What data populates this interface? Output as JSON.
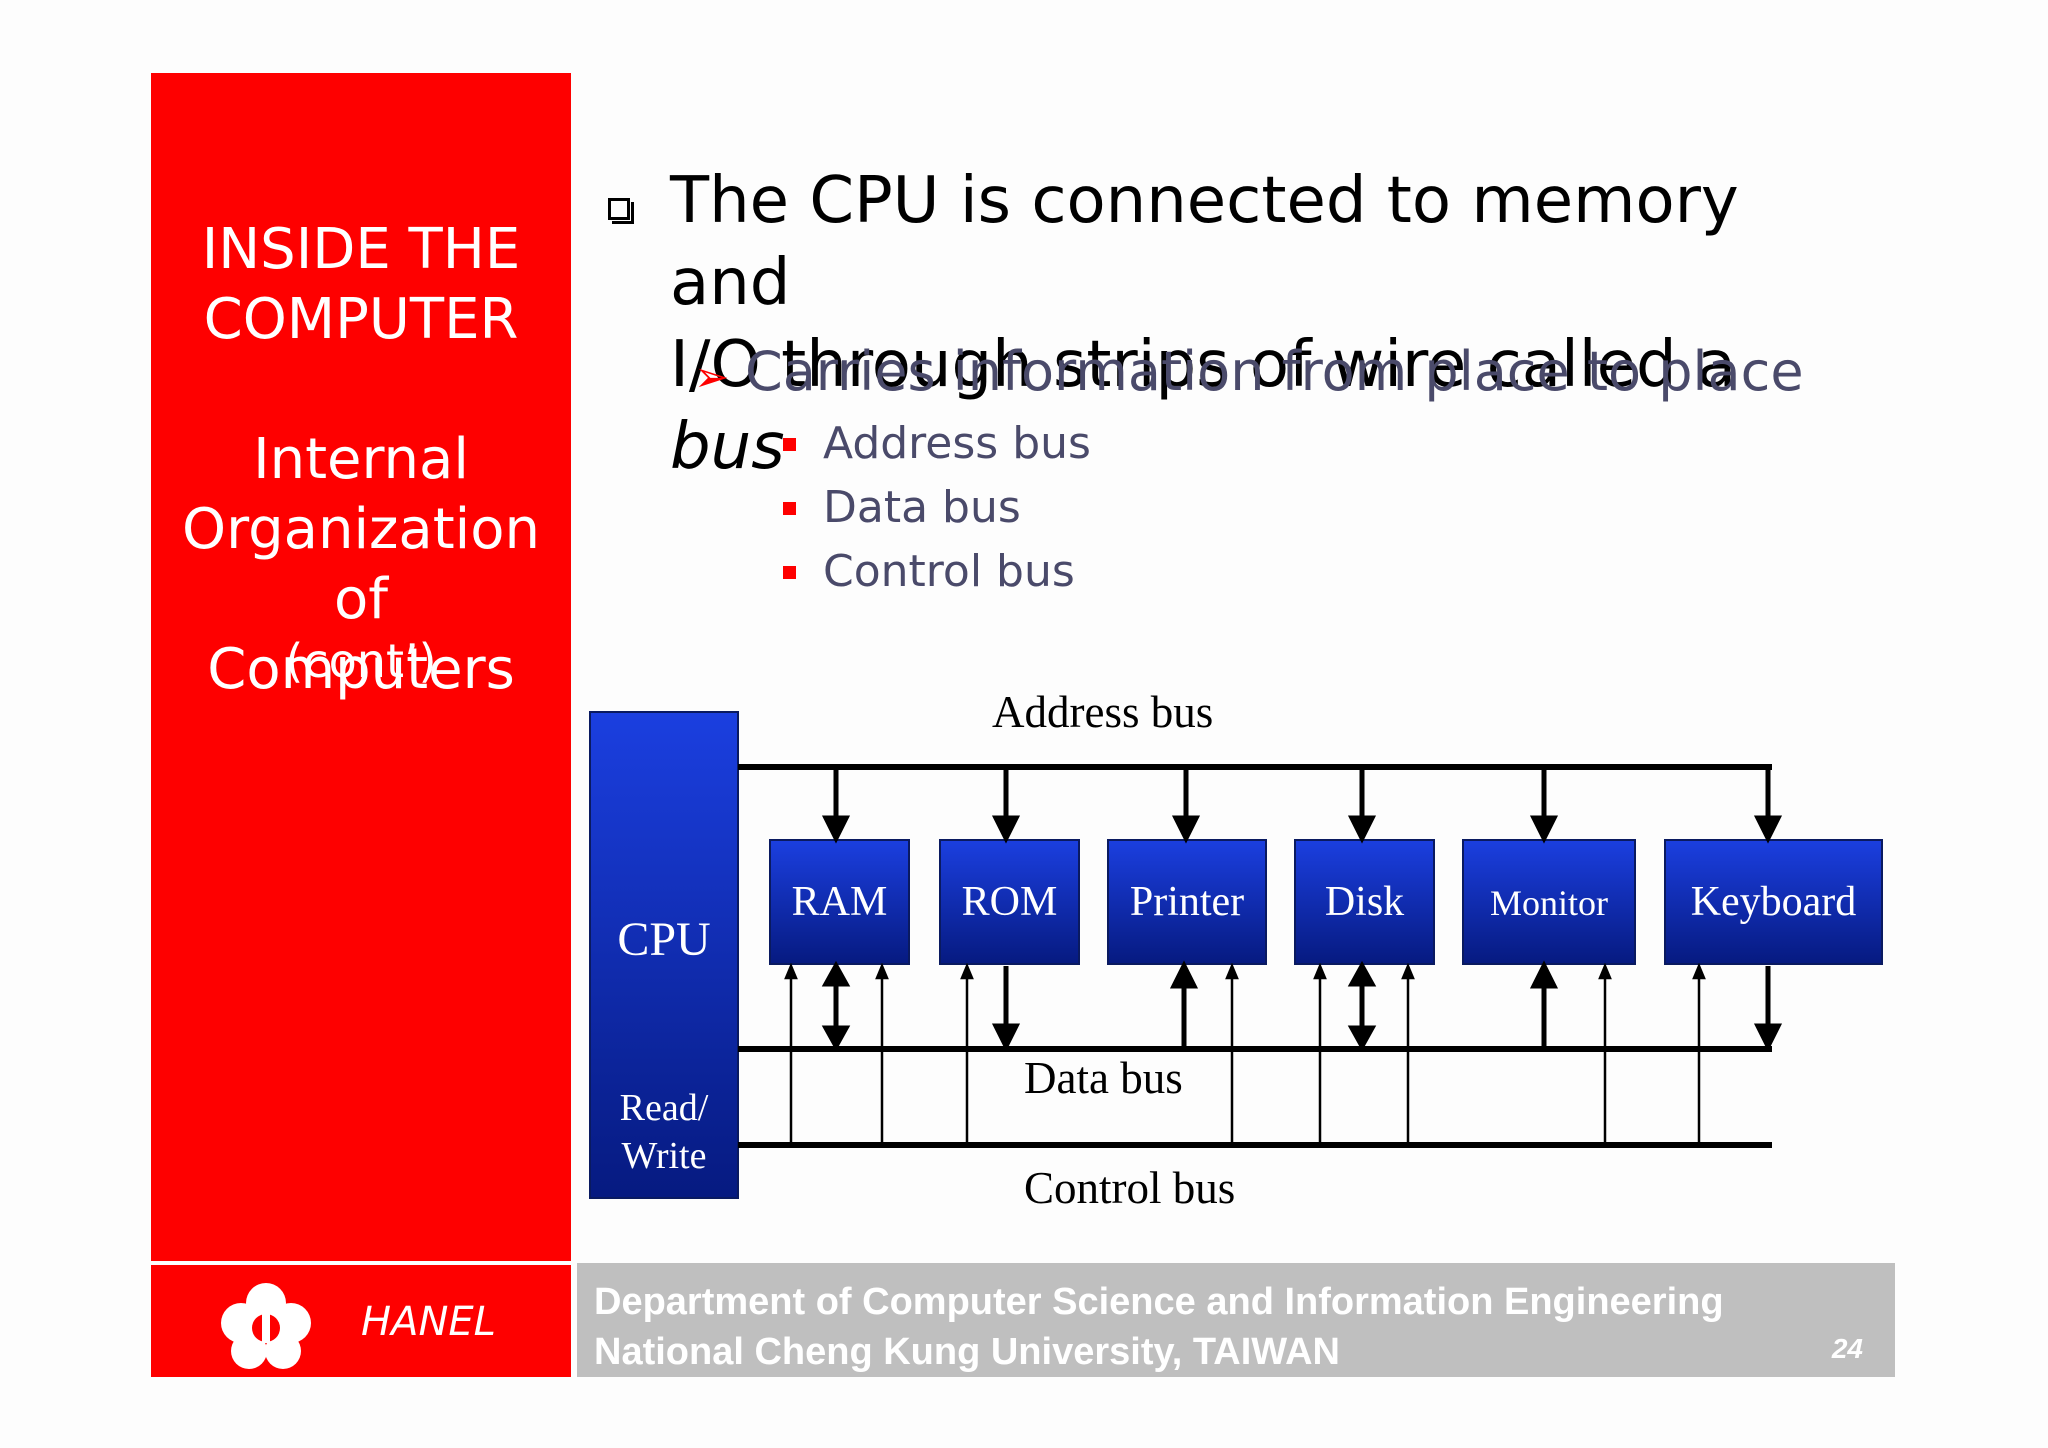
{
  "sidebar": {
    "heading_line1": "INSIDE THE",
    "heading_line2": "COMPUTER",
    "subtitle_line1": "Internal",
    "subtitle_line2": "Organization of",
    "subtitle_line3": "Computers",
    "subtitle_cont": "(cont’)"
  },
  "content": {
    "bullet_line1": "The CPU is connected to memory and",
    "bullet_line2_prefix": "I/O through strips of wire called a ",
    "bullet_line2_emph": "bus",
    "sub_bullet": "Carries information from place to place",
    "items": [
      "Address bus",
      "Data bus",
      "Control bus"
    ]
  },
  "diagram": {
    "cpu_label": "CPU",
    "rw_line1": "Read/",
    "rw_line2": "Write",
    "address_bus": "Address bus",
    "data_bus": "Data bus",
    "control_bus": "Control bus",
    "devices": [
      "RAM",
      "ROM",
      "Printer",
      "Disk",
      "Monitor",
      "Keyboard"
    ]
  },
  "footer": {
    "author": "HANEL",
    "dept_line1": "Department of Computer Science and Information Engineering",
    "dept_line2": "National Cheng Kung University, TAIWAN",
    "page_number": "24"
  },
  "colors": {
    "accent_red": "#fe0000",
    "box_blue": "#0a27a8",
    "footer_gray": "#bfbfbf"
  }
}
